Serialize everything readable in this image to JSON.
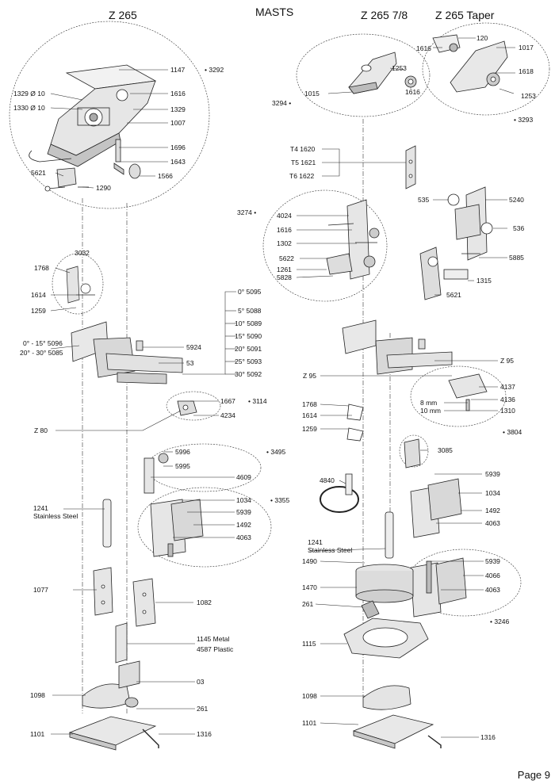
{
  "page": {
    "title": "MASTS",
    "page_number": "Page 9"
  },
  "columns": {
    "left": "Z 265",
    "mid": "Z 265 7/8",
    "right": "Z 265 Taper"
  },
  "labels": {
    "l1147": "1147",
    "l3292": "• 3292",
    "l1329d": "1329 Ø 10",
    "l1330d": "1330 Ø 10",
    "l1616a": "1616",
    "l1329": "1329",
    "l1007": "1007",
    "l1696": "1696",
    "l1643": "1643",
    "l5621a": "5621",
    "l1566": "1566",
    "l1290": "1290",
    "l3032": "3032",
    "l1768a": "1768",
    "l1614a": "1614",
    "l1259a": "1259",
    "l5095": "0° 5095",
    "l5088": "5° 5088",
    "l5089": "10° 5089",
    "l5090": "15° 5090",
    "l5091": "20° 5091",
    "l5093": "25° 5093",
    "l5092": "30° 5092",
    "l5096": "0° - 15° 5096",
    "l5085": "20° - 30° 5085",
    "l5924": "5924",
    "l53": "53",
    "l1667": "1667",
    "l3114": "• 3114",
    "l4234": "4234",
    "lz80": "Z 80",
    "l5996": "5996",
    "l5995": "5995",
    "l3495": "• 3495",
    "l4609": "4609",
    "l1034a": "1034",
    "l3355": "• 3355",
    "l5939a": "5939",
    "l1492a": "1492",
    "l4063a": "4063",
    "l1241a": "1241",
    "lsteelA": "Stainless Steel",
    "l1077": "1077",
    "l1082": "1082",
    "l1145": "1145 Metal",
    "l4587": "4587 Plastic",
    "l03": "03",
    "l1098a": "1098",
    "l261a": "261",
    "l1101a": "1101",
    "l1316a": "1316",
    "l120": "120",
    "l1616b": "1616",
    "l1017": "1017",
    "l1253a": "1253",
    "l1618": "1618",
    "l1015": "1015",
    "l1616c": "1616",
    "l1253b": "1253",
    "l3294": "3294 •",
    "l3293": "• 3293",
    "lt4": "T4 1620",
    "lt5": "T5 1621",
    "lt6": "T6 1622",
    "l535": "535",
    "l5240": "5240",
    "l3274": "3274 •",
    "l4024": "4024",
    "l1616d": "1616",
    "l1302": "1302",
    "l536": "536",
    "l5885": "5885",
    "l5622": "5622",
    "l1261": "1261",
    "l5828": "5828",
    "l1315": "1315",
    "l5621b": "5621",
    "lz95a": "Z 95",
    "lz95b": "Z 95",
    "l4137": "4137",
    "l8mm": "8 mm",
    "l4136": "4136",
    "l10mm": "10 mm",
    "l1310": "1310",
    "l3804": "• 3804",
    "l1768b": "1768",
    "l1614b": "1614",
    "l1259b": "1259",
    "l3085": "3085",
    "l4840": "4840",
    "l5939b": "5939",
    "l1034b": "1034",
    "l1492b": "1492",
    "l4063b": "4063",
    "l1241b": "1241",
    "lsteelB": "Stainless Steel",
    "l1490": "1490",
    "l5939c": "5939",
    "l4066": "4066",
    "l1470": "1470",
    "l4063c": "4063",
    "l261b": "261",
    "l3246": "• 3246",
    "l1115": "1115",
    "l1098b": "1098",
    "l1101b": "1101",
    "l1316b": "1316"
  },
  "colors": {
    "ink": "#1a1a1a",
    "line": "#333333",
    "part_fill": "#e9e9e9",
    "part_shade": "#b8b8b8",
    "background": "#ffffff"
  }
}
